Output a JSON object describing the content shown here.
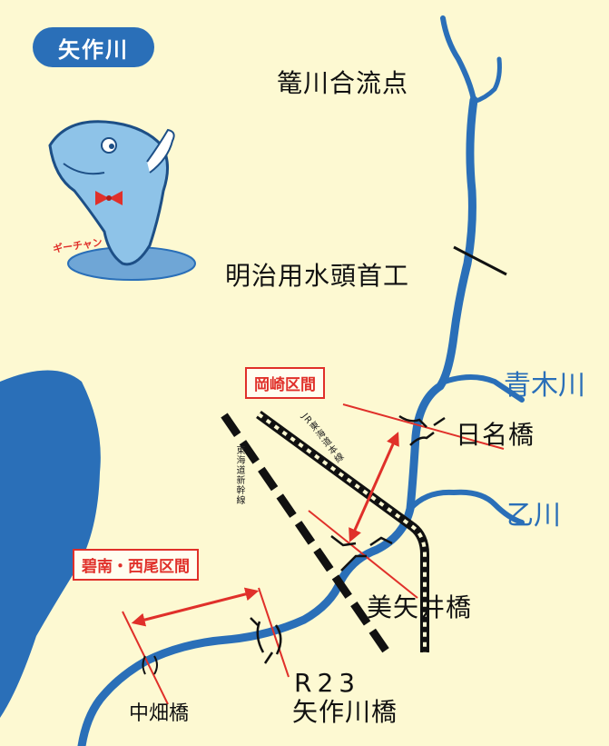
{
  "title": "矢作川",
  "mascot": {
    "name": "ギーチャン"
  },
  "labels": {
    "confluence": "篭川合流点",
    "meiji_weir": "明治用水頭首工",
    "aoki_river": "青木川",
    "otsu_river": "乙川",
    "hina_bridge": "日名橋",
    "miyai_bridge": "美矢井橋",
    "nakahata_bridge": "中畑橋",
    "r23": "R23",
    "yahagi_bridge": "矢作川橋",
    "jr_line": "JR東海道本線",
    "shinkansen": "東海道新幹線"
  },
  "sections": {
    "okazaki": "岡崎区間",
    "hekinan_nishio": "碧南・西尾区間"
  },
  "colors": {
    "background": "#fdf9d2",
    "river": "#2a6fb8",
    "accent_red": "#e0302a"
  }
}
